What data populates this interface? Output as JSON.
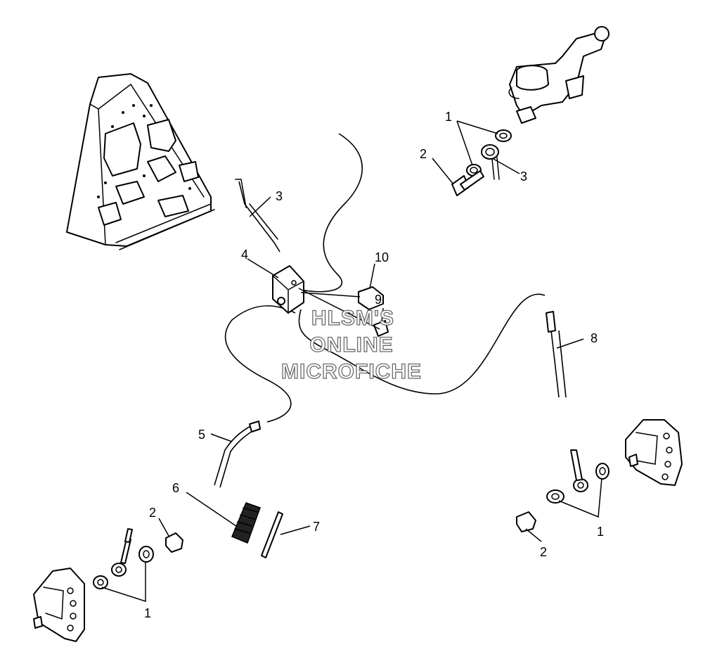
{
  "watermark": {
    "line1": "HLSM'S",
    "line2": "ONLINE",
    "line3": "MICROFICHE"
  },
  "callouts": {
    "c1_top": "1",
    "c2_top": "2",
    "c3_top": "3",
    "c3_hose": "3",
    "c4": "4",
    "c10": "10",
    "c9": "9",
    "c8": "8",
    "c5": "5",
    "c6": "6",
    "c7": "7",
    "c2_lower_left": "2",
    "c1_lower_left": "1",
    "c1_lower_right": "1",
    "c2_lower_right": "2"
  }
}
